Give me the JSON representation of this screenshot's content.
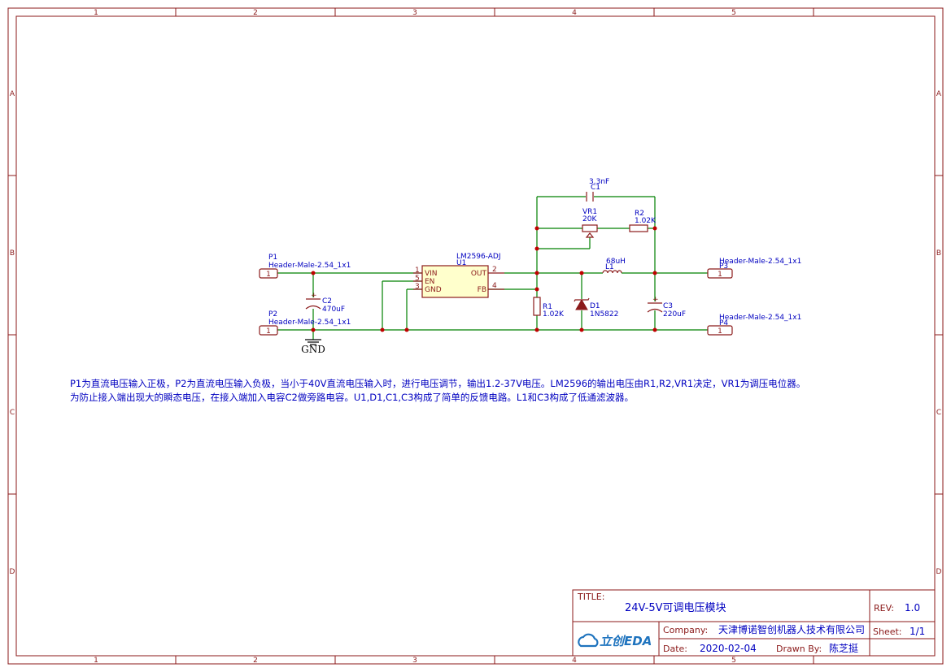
{
  "border": {
    "columns": [
      "1",
      "2",
      "3",
      "4",
      "5"
    ],
    "rows": [
      "A",
      "B",
      "C",
      "D"
    ]
  },
  "colors": {
    "frame": "#8b1a1a",
    "wire": "#008000",
    "label": "#0000c0",
    "junction": "#c00000",
    "component_fill": "#ffffcc",
    "logo": "#1e73be"
  },
  "components": {
    "p1": {
      "ref": "P1",
      "value": "Header-Male-2.54_1x1",
      "pin": "1"
    },
    "p2": {
      "ref": "P2",
      "value": "Header-Male-2.54_1x1",
      "pin": "1"
    },
    "p3": {
      "ref": "P3",
      "value": "Header-Male-2.54_1x1",
      "pin": "1"
    },
    "p4": {
      "ref": "P4",
      "value": "Header-Male-2.54_1x1",
      "pin": "1"
    },
    "c2": {
      "ref": "C2",
      "value": "470uF",
      "plus": "+"
    },
    "c3": {
      "ref": "C3",
      "value": "220uF",
      "plus": "+"
    },
    "c1": {
      "ref": "C1",
      "value": "3.3nF"
    },
    "u1": {
      "ref": "U1",
      "value": "LM2596-ADJ",
      "pins": {
        "vin": "VIN",
        "en": "EN",
        "gnd": "GND",
        "out": "OUT",
        "fb": "FB"
      },
      "pin_numbers": {
        "vin": "1",
        "en": "5",
        "gnd": "3",
        "out": "2",
        "fb": "4"
      }
    },
    "vr1": {
      "ref": "VR1",
      "value": "20K"
    },
    "r2": {
      "ref": "R2",
      "value": "1.02K"
    },
    "r1": {
      "ref": "R1",
      "value": "1.02K"
    },
    "l1": {
      "ref": "L1",
      "value": "68uH"
    },
    "d1": {
      "ref": "D1",
      "value": "1N5822"
    },
    "gnd": {
      "label": "GND"
    }
  },
  "notes": {
    "line1": "P1为直流电压输入正极，P2为直流电压输入负极，当小于40V直流电压输入时，进行电压调节，输出1.2-37V电压。LM2596的输出电压由R1,R2,VR1决定，VR1为调压电位器。",
    "line2": "为防止接入端出现大的瞬态电压，在接入端加入电容C2做旁路电容。U1,D1,C1,C3构成了简单的反馈电路。L1和C3构成了低通滤波器。"
  },
  "title_block": {
    "title_label": "TITLE:",
    "title": "24V-5V可调电压模块",
    "rev_label": "REV:",
    "rev": "1.0",
    "company_label": "Company:",
    "company": "天津博诺智创机器人技术有限公司",
    "sheet_label": "Sheet:",
    "sheet": "1/1",
    "date_label": "Date:",
    "date": "2020-02-04",
    "drawn_label": "Drawn By:",
    "drawn_by": "陈芝挺",
    "logo_text": "立创EDA"
  }
}
